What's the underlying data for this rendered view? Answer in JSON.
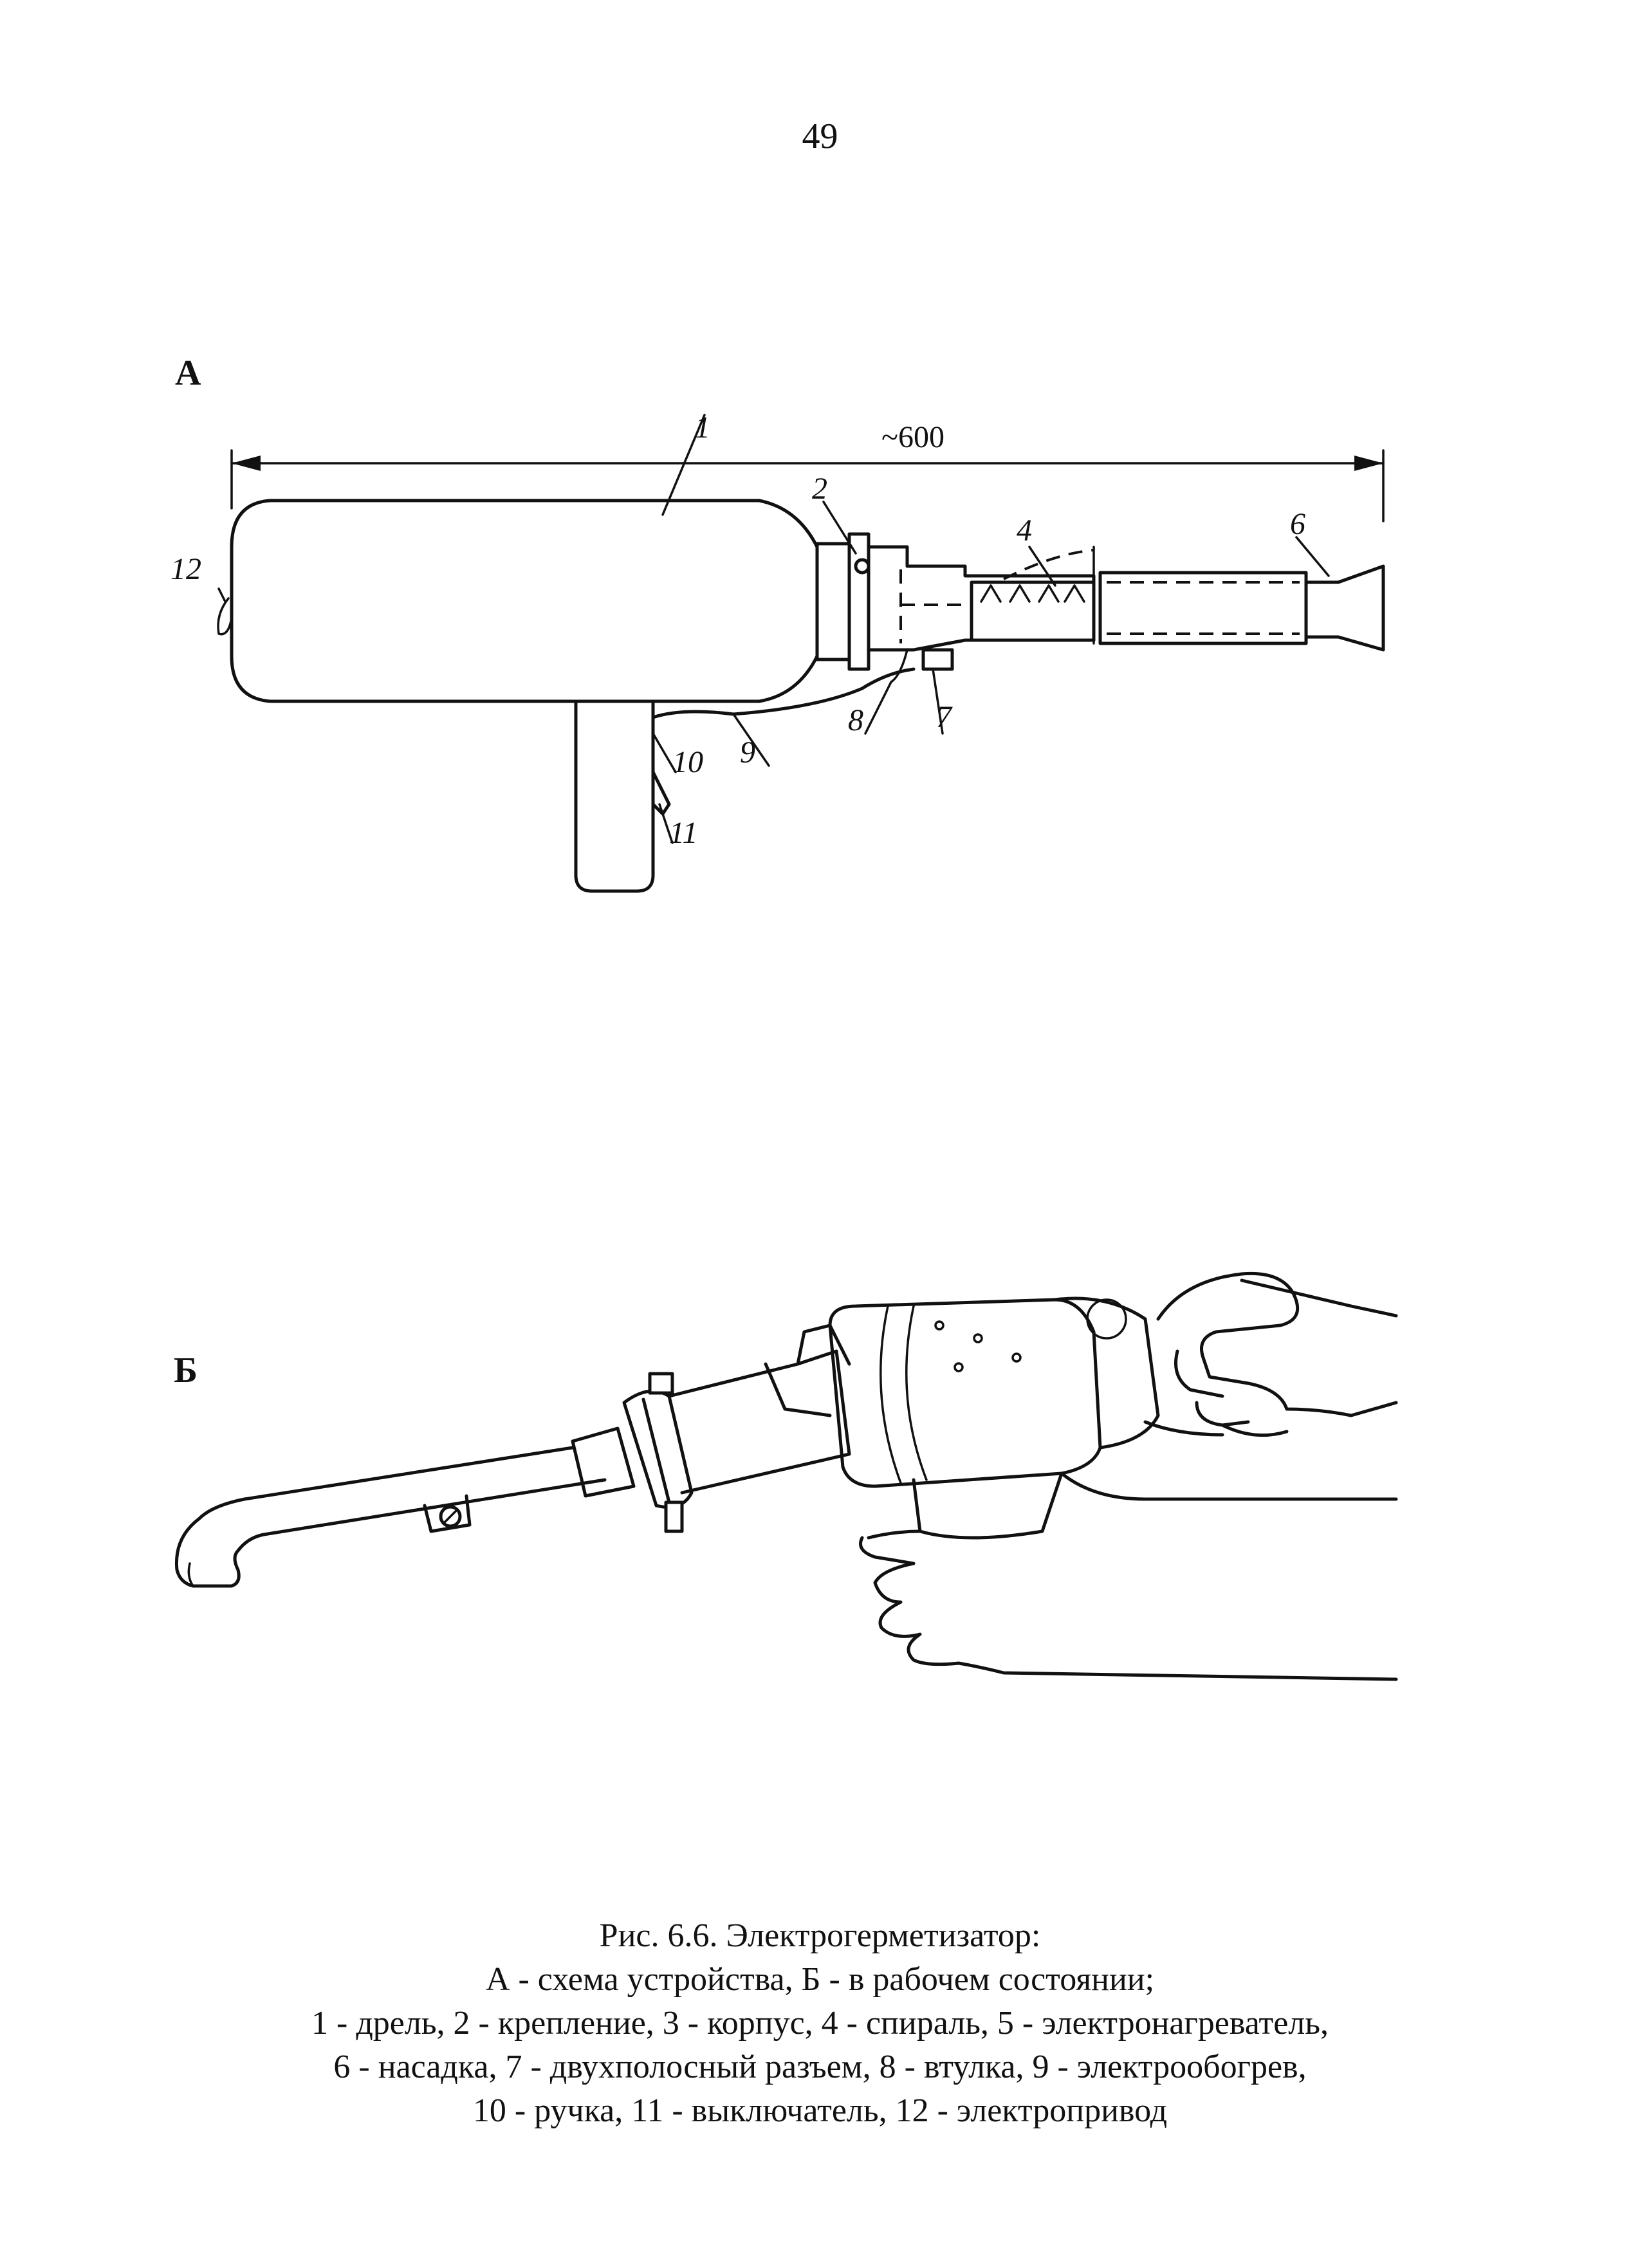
{
  "page_number": "49",
  "panels": {
    "a_label": "А",
    "b_label": "Б"
  },
  "figure_a": {
    "dimension_label": "~600",
    "callouts": [
      "1",
      "2",
      "4",
      "6",
      "7",
      "8",
      "9",
      "10",
      "11",
      "12"
    ]
  },
  "caption": {
    "lines": [
      "Рис. 6.6. Электрогерметизатор:",
      "А - схема устройства, Б - в рабочем состоянии;",
      "1 - дрель, 2 - крепление, 3 - корпус, 4 - спираль, 5 - электронагреватель,",
      "6 - насадка, 7 - двухполосный разъем, 8 - втулка, 9 - электрообогрев,",
      "10 - ручка, 11 - выключатель, 12 - электропривод"
    ]
  }
}
